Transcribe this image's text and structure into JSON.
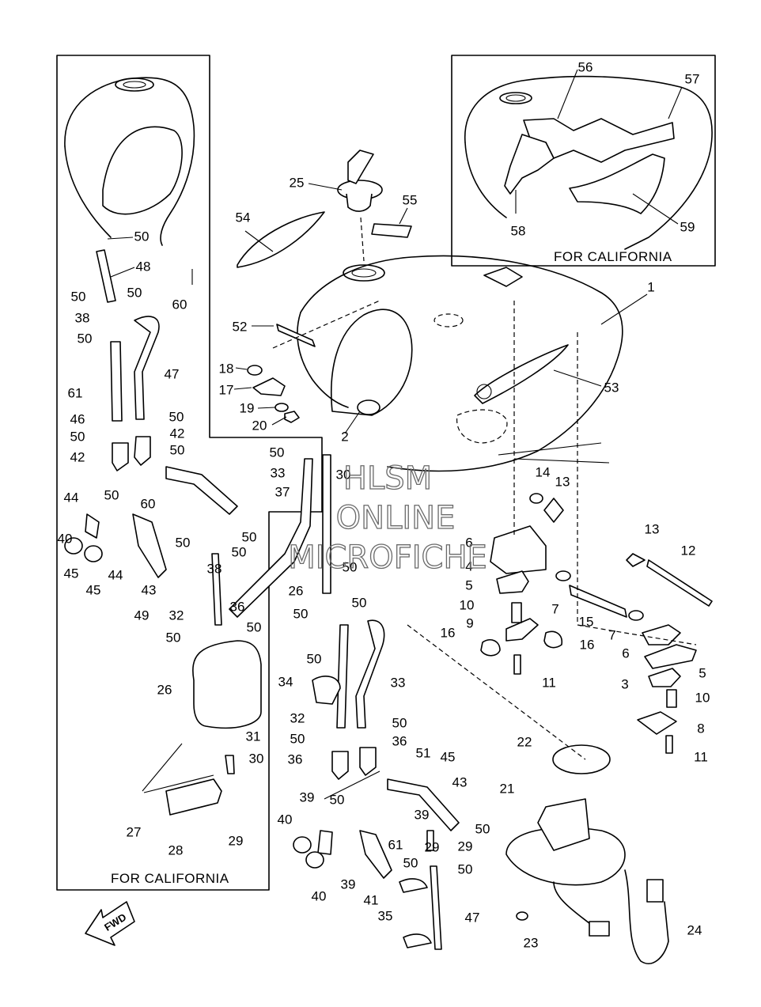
{
  "captions": {
    "california_right": "FOR CALIFORNIA",
    "california_left": "FOR CALIFORNIA",
    "fwd": "FWD"
  },
  "watermark": [
    "HLSM",
    "ONLINE",
    "MICROFICHE"
  ],
  "callouts": [
    {
      "id": "1"
    },
    {
      "id": "2"
    },
    {
      "id": "3"
    },
    {
      "id": "4"
    },
    {
      "id": "5"
    },
    {
      "id": "5"
    },
    {
      "id": "6"
    },
    {
      "id": "6"
    },
    {
      "id": "7"
    },
    {
      "id": "7"
    },
    {
      "id": "8"
    },
    {
      "id": "9"
    },
    {
      "id": "10"
    },
    {
      "id": "10"
    },
    {
      "id": "11"
    },
    {
      "id": "11"
    },
    {
      "id": "12"
    },
    {
      "id": "13"
    },
    {
      "id": "13"
    },
    {
      "id": "14"
    },
    {
      "id": "15"
    },
    {
      "id": "16"
    },
    {
      "id": "16"
    },
    {
      "id": "17"
    },
    {
      "id": "18"
    },
    {
      "id": "19"
    },
    {
      "id": "20"
    },
    {
      "id": "21"
    },
    {
      "id": "22"
    },
    {
      "id": "23"
    },
    {
      "id": "24"
    },
    {
      "id": "25"
    },
    {
      "id": "26"
    },
    {
      "id": "26"
    },
    {
      "id": "27"
    },
    {
      "id": "28"
    },
    {
      "id": "29"
    },
    {
      "id": "29"
    },
    {
      "id": "29"
    },
    {
      "id": "30"
    },
    {
      "id": "30"
    },
    {
      "id": "31"
    },
    {
      "id": "32"
    },
    {
      "id": "32"
    },
    {
      "id": "33"
    },
    {
      "id": "33"
    },
    {
      "id": "34"
    },
    {
      "id": "35"
    },
    {
      "id": "36"
    },
    {
      "id": "36"
    },
    {
      "id": "36"
    },
    {
      "id": "37"
    },
    {
      "id": "38"
    },
    {
      "id": "38"
    },
    {
      "id": "39"
    },
    {
      "id": "39"
    },
    {
      "id": "39"
    },
    {
      "id": "40"
    },
    {
      "id": "40"
    },
    {
      "id": "40"
    },
    {
      "id": "41"
    },
    {
      "id": "42"
    },
    {
      "id": "42"
    },
    {
      "id": "43"
    },
    {
      "id": "43"
    },
    {
      "id": "44"
    },
    {
      "id": "44"
    },
    {
      "id": "45"
    },
    {
      "id": "45"
    },
    {
      "id": "45"
    },
    {
      "id": "46"
    },
    {
      "id": "47"
    },
    {
      "id": "47"
    },
    {
      "id": "48"
    },
    {
      "id": "49"
    },
    {
      "id": "50"
    },
    {
      "id": "50"
    },
    {
      "id": "50"
    },
    {
      "id": "50"
    },
    {
      "id": "50"
    },
    {
      "id": "50"
    },
    {
      "id": "50"
    },
    {
      "id": "50"
    },
    {
      "id": "50"
    },
    {
      "id": "50"
    },
    {
      "id": "50"
    },
    {
      "id": "50"
    },
    {
      "id": "50"
    },
    {
      "id": "50"
    },
    {
      "id": "50"
    },
    {
      "id": "50"
    },
    {
      "id": "50"
    },
    {
      "id": "50"
    },
    {
      "id": "50"
    },
    {
      "id": "50"
    },
    {
      "id": "50"
    },
    {
      "id": "50"
    },
    {
      "id": "50"
    },
    {
      "id": "50"
    },
    {
      "id": "51"
    },
    {
      "id": "52"
    },
    {
      "id": "53"
    },
    {
      "id": "54"
    },
    {
      "id": "55"
    },
    {
      "id": "56"
    },
    {
      "id": "57"
    },
    {
      "id": "58"
    },
    {
      "id": "59"
    },
    {
      "id": "60"
    },
    {
      "id": "60"
    },
    {
      "id": "61"
    },
    {
      "id": "61"
    }
  ]
}
